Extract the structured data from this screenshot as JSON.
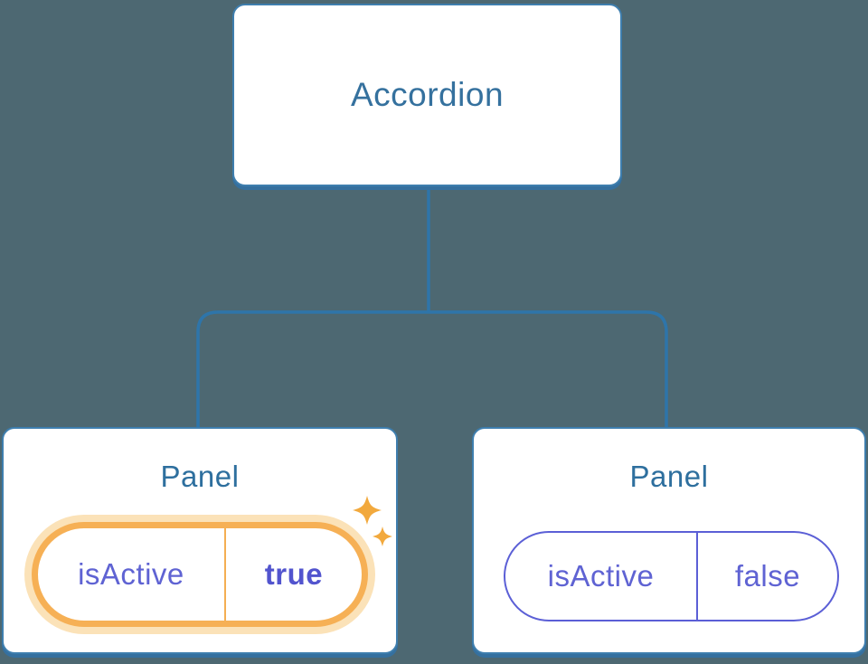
{
  "diagram": {
    "description": "Component tree: Accordion parent with two Panel children holding isActive state",
    "root_node": {
      "label": "Accordion"
    },
    "child_nodes": [
      {
        "title": "Panel",
        "state": {
          "key": "isActive",
          "value": "true"
        },
        "highlighted": true,
        "badge_icon": "sparkles-icon"
      },
      {
        "title": "Panel",
        "state": {
          "key": "isActive",
          "value": "false"
        },
        "highlighted": false
      }
    ],
    "colors": {
      "background": "#4d6872",
      "node_fill": "#ffffff",
      "node_border": "#3e7eae",
      "node_shadow": "#35709f",
      "node_text": "#35719e",
      "connector": "#2e75aa",
      "state_text": "#5f63d3",
      "state_value_active_text": "#5254ce",
      "state_border_inactive": "#5b5fd6",
      "highlight_orange": "#f6b055",
      "highlight_glow": "#fbe2b8",
      "sparkle": "#f2a93d"
    }
  }
}
